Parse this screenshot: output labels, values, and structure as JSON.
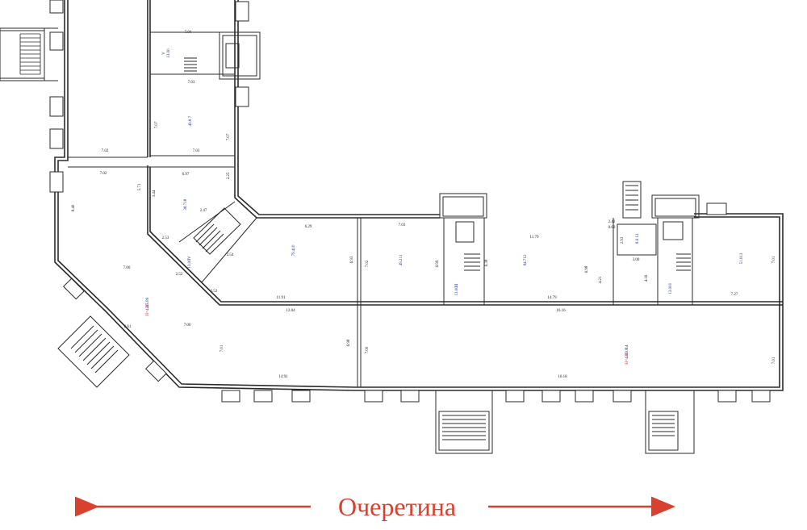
{
  "street": {
    "label": "Очеретина",
    "color": "#d9402e"
  },
  "colors": {
    "wall": "#2b2b2b",
    "room_label": "#1a2fa0",
    "height_label": "#c0201c"
  },
  "dimensions": [
    "7.04",
    "7.03",
    "7.07",
    "7.07",
    "7.03",
    "7.02",
    "7.02",
    "6.97",
    "2.25",
    "5.71",
    "3.44",
    "2.47",
    "8.40",
    "7.00",
    "2.53",
    "2.54",
    "2.52",
    "6.29",
    "7.03",
    "6.93",
    "7.02",
    "6.99",
    "11.79",
    "2.42",
    "0.09",
    "2.93",
    "3.00",
    "6.98",
    "4.21",
    "4.16",
    "7.01",
    "11.91",
    "14.79",
    "7.27",
    "12.04",
    "16.16",
    "2.61",
    "7.00",
    "7.01",
    "6.98",
    "14.91",
    "7.00",
    "16.18",
    "7.01",
    "6.38",
    "2.52"
  ],
  "rooms": [
    {
      "id": "V",
      "area": "13.00"
    },
    {
      "id": "7",
      "area": "49.8"
    },
    {
      "id": "8",
      "area": "38.71"
    },
    {
      "id": "IV",
      "area": "13.00"
    },
    {
      "id": "10",
      "area": "79.4"
    },
    {
      "id": "11",
      "area": "49.2"
    },
    {
      "id": "III",
      "area": "13.00"
    },
    {
      "id": "12",
      "area": "84.7"
    },
    {
      "id": "12",
      "area": "8.6"
    },
    {
      "id": "I",
      "area": "13.00"
    },
    {
      "id": "13",
      "area": "51.0"
    },
    {
      "id": "9",
      "area": "225.8"
    },
    {
      "id": "14",
      "area": "233.8"
    }
  ],
  "heights": [
    "Н=4.80",
    "Н=4.80"
  ]
}
